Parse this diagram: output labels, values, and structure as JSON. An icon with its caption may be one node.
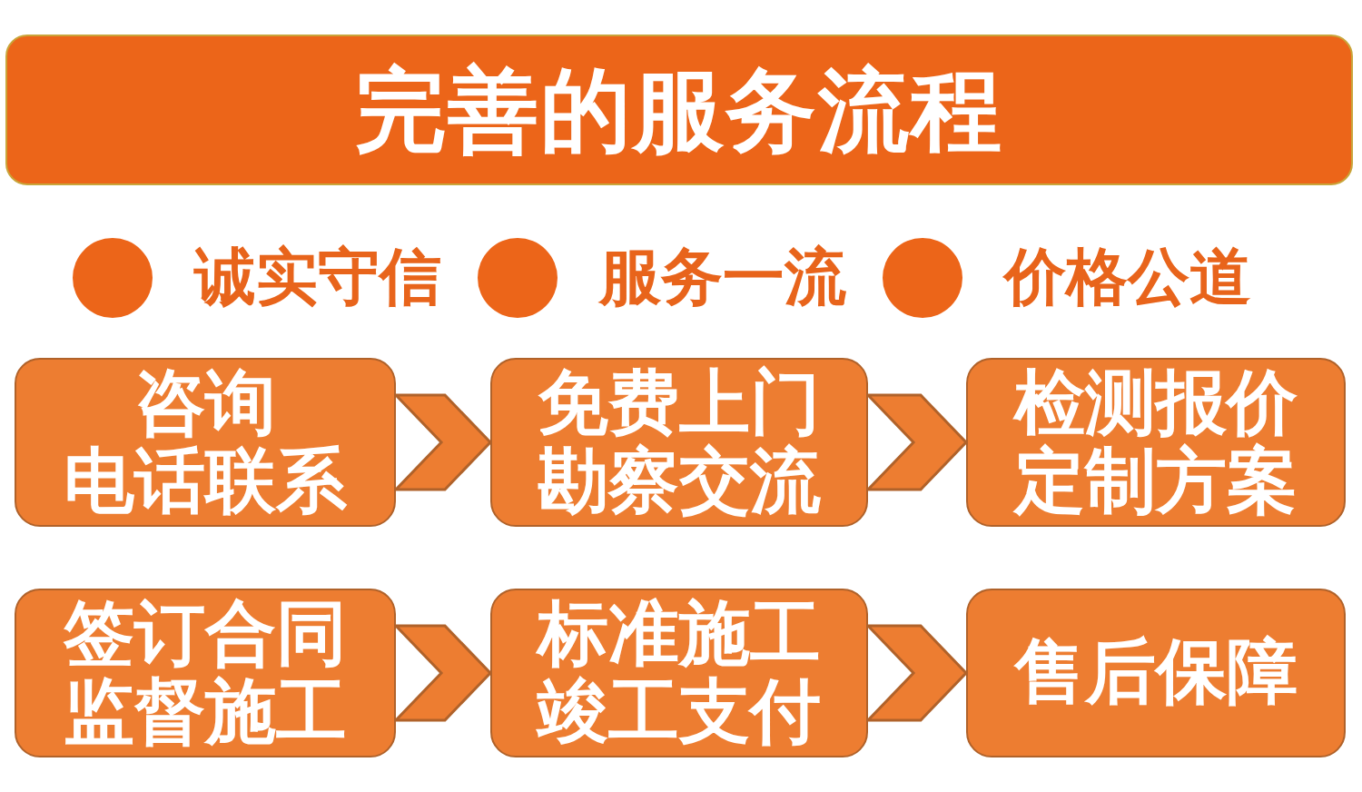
{
  "diagram": {
    "title": "完善的服务流程",
    "nodes": [
      {
        "text": [
          "咨询",
          "电话联系"
        ]
      },
      {
        "text": [
          "免费上门",
          "勘察交流"
        ]
      },
      {
        "text": [
          "检测报价",
          "定制方案"
        ]
      },
      {
        "text": [
          "签订合同",
          "监督施工"
        ]
      },
      {
        "text": [
          "标准施工",
          "竣工支付"
        ]
      },
      {
        "text": [
          "售后保障"
        ]
      }
    ],
    "edges": [
      {
        "from": 0,
        "to": 1,
        "arrow": "to"
      },
      {
        "from": 1,
        "to": 2,
        "arrow": "to"
      },
      {
        "from": 3,
        "to": 4,
        "arrow": "to"
      },
      {
        "from": 4,
        "to": 5,
        "arrow": "to"
      }
    ],
    "labels": [
      "诚实守信",
      "服务一流",
      "价格公道"
    ]
  }
}
